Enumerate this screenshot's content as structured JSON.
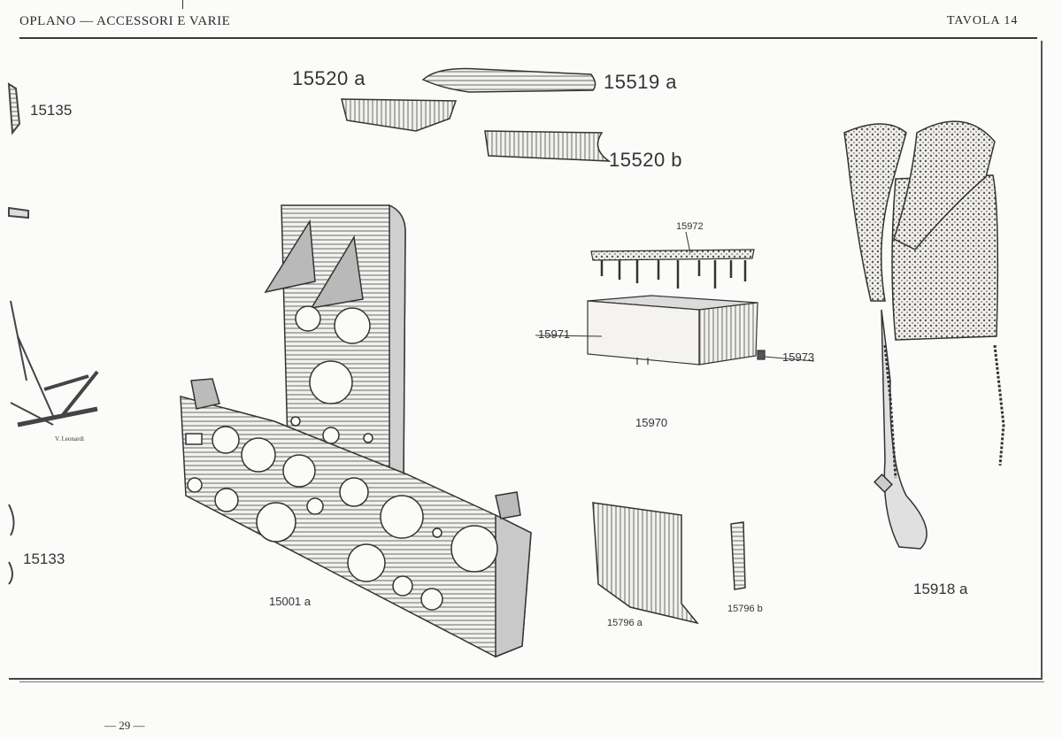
{
  "header": {
    "section_title": "OPLANO — ACCESSORI E VARIE",
    "plate_label": "TAVOLA 14"
  },
  "parts": {
    "p15520a": "15520 a",
    "p15519a": "15519 a",
    "p15520b": "15520 b",
    "p15135": "15135",
    "p15133": "15133",
    "p15972": "15972",
    "p15971": "15971",
    "p15973": "15973",
    "p15970": "15970",
    "p15001a": "15001 a",
    "p15796a": "15796 a",
    "p15796b": "15796 b",
    "p15918a": "15918 a"
  },
  "signature": "V. Leonardi",
  "footer": {
    "page_number": "— 29 —"
  }
}
